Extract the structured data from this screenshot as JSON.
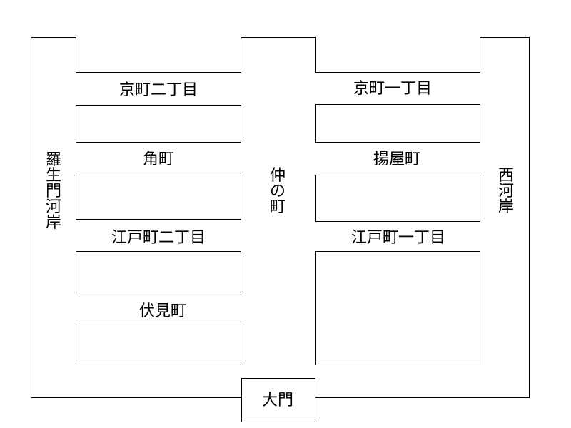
{
  "labels": {
    "kyomachi_2": "京町二丁目",
    "kyomachi_1": "京町一丁目",
    "sumicho": "角町",
    "ageyacho": "揚屋町",
    "edocho_2": "江戸町二丁目",
    "edocho_1": "江戸町一丁目",
    "fushimicho": "伏見町",
    "nakanocho": "仲の町",
    "rashomon_gashi": "羅生門河岸",
    "nishi_gashi": "西河岸",
    "omon": "大門"
  }
}
